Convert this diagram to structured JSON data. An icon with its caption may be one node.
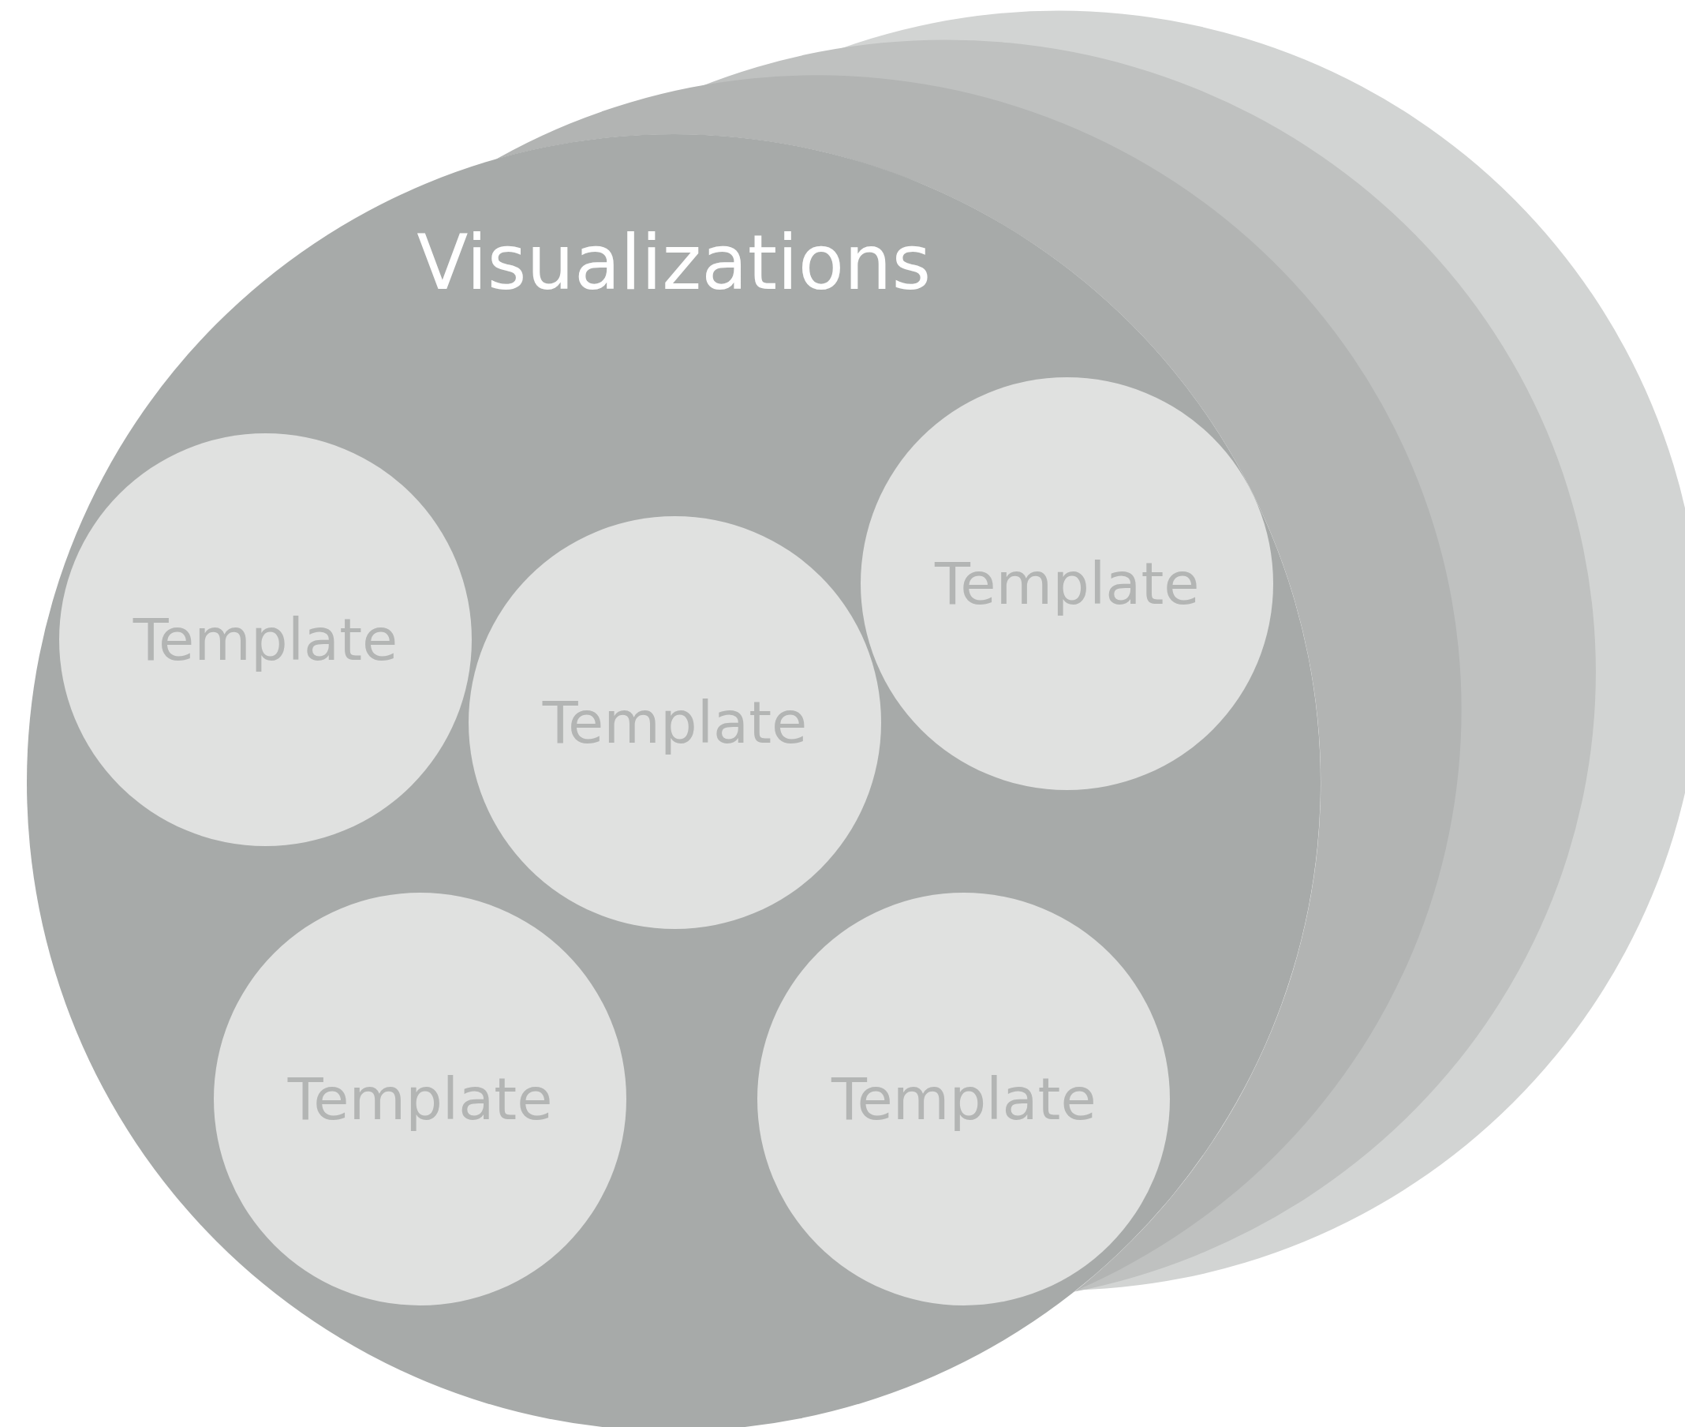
{
  "diagram": {
    "nodes": [
      {
        "text": [
          "Visualizations"
        ]
      },
      {
        "text": [
          "Template"
        ],
        "in": 0
      },
      {
        "text": [
          "Template"
        ],
        "in": 0
      },
      {
        "text": [
          "Template"
        ],
        "in": 0
      },
      {
        "text": [
          "Template"
        ],
        "in": 0
      },
      {
        "text": [
          "Template"
        ],
        "in": 0
      }
    ]
  }
}
